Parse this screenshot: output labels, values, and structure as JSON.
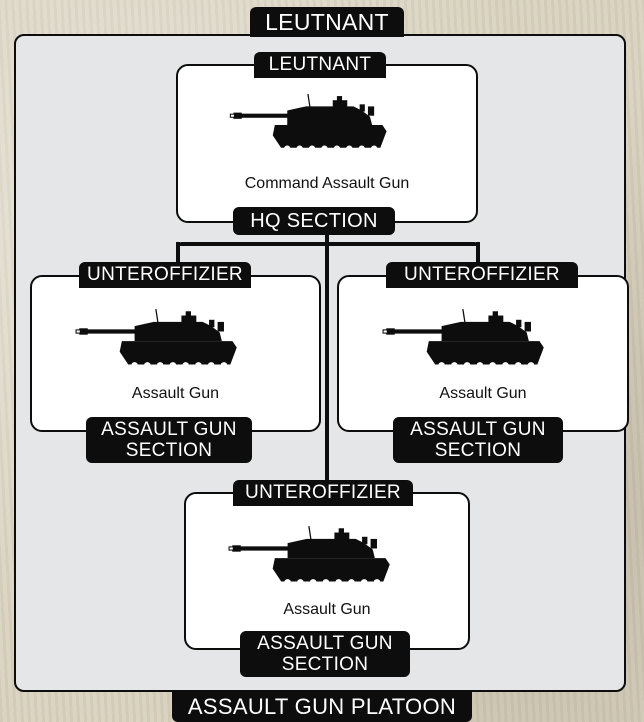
{
  "platoon_leader": "LEUTNANT",
  "platoon_name": "ASSAULT GUN PLATOON",
  "hq": {
    "rank": "LEUTNANT",
    "vehicle": "Command Assault Gun",
    "section": "HQ SECTION",
    "icon": "tank-silhouette-icon"
  },
  "sections": [
    {
      "rank": "UNTEROFFIZIER",
      "vehicle": "Assault Gun",
      "section_line1": "ASSAULT GUN",
      "section_line2": "SECTION",
      "icon": "tank-silhouette-icon"
    },
    {
      "rank": "UNTEROFFIZIER",
      "vehicle": "Assault Gun",
      "section_line1": "ASSAULT GUN",
      "section_line2": "SECTION",
      "icon": "tank-silhouette-icon"
    },
    {
      "rank": "UNTEROFFIZIER",
      "vehicle": "Assault Gun",
      "section_line1": "ASSAULT GUN",
      "section_line2": "SECTION",
      "icon": "tank-silhouette-icon"
    }
  ]
}
